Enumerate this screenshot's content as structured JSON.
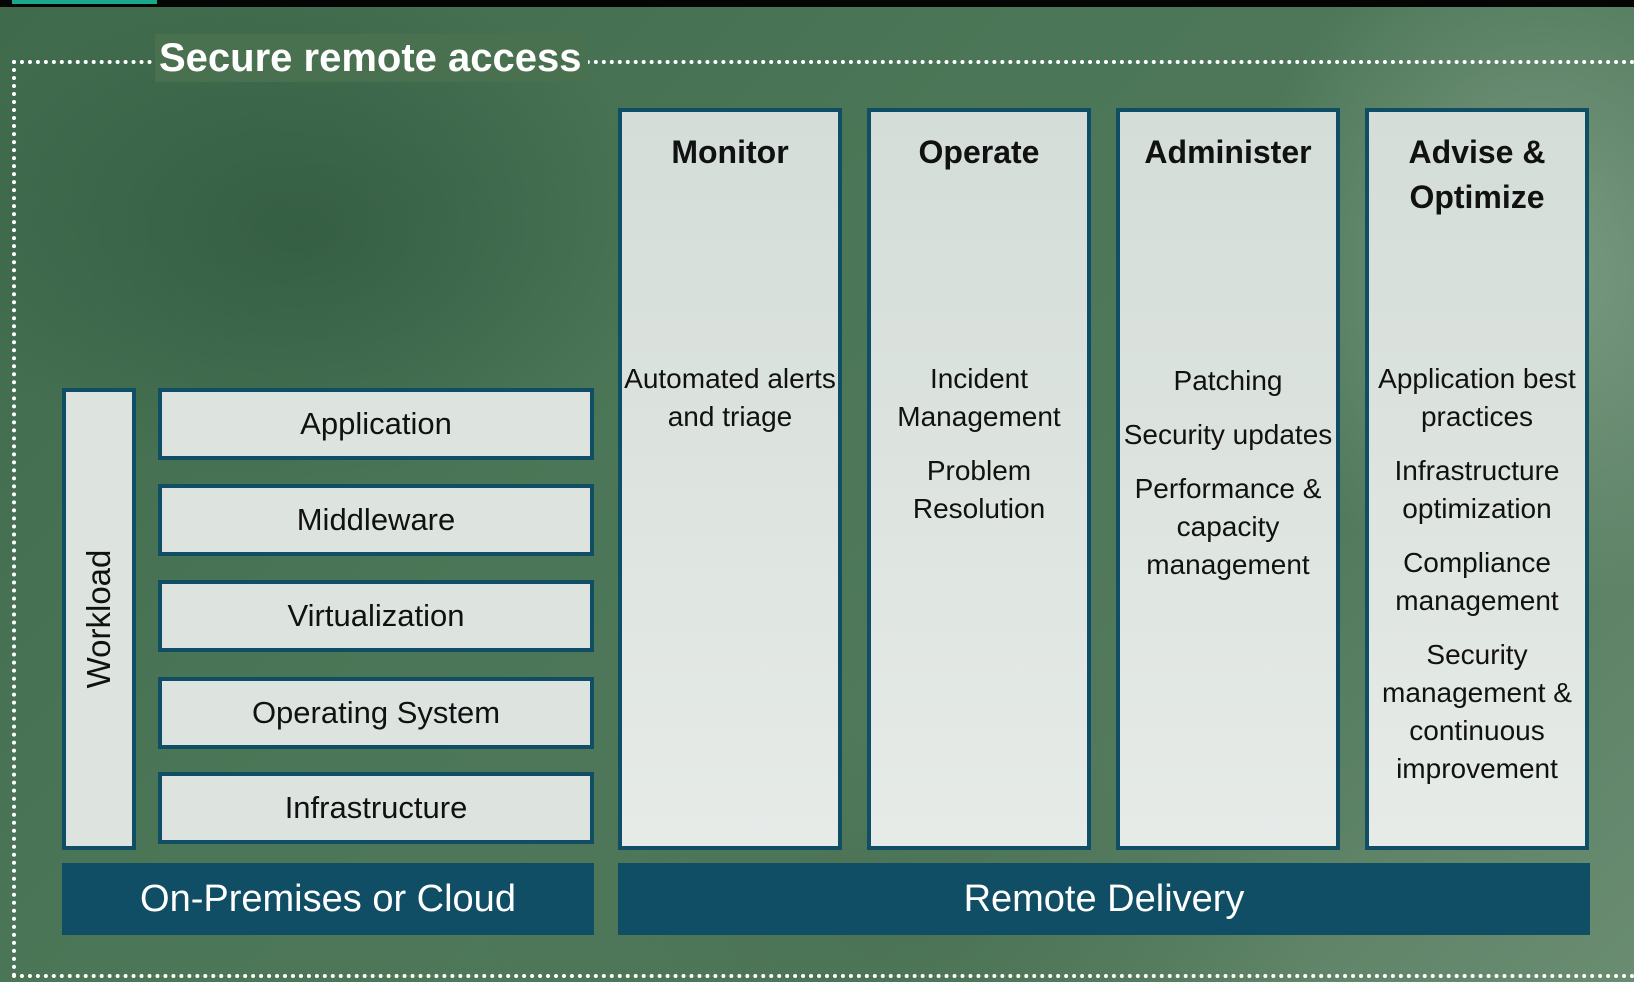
{
  "title": "Secure remote access",
  "workload_label": "Workload",
  "layers": [
    "Application",
    "Middleware",
    "Virtualization",
    "Operating System",
    "Infrastructure"
  ],
  "columns": [
    {
      "heading": "Monitor",
      "items": [
        "Automated alerts and triage"
      ]
    },
    {
      "heading": "Operate",
      "items": [
        "Incident Management",
        "Problem Resolution"
      ]
    },
    {
      "heading": "Administer",
      "items": [
        "Patching",
        "Security updates",
        "Performance & capacity management"
      ]
    },
    {
      "heading": "Advise & Optimize",
      "items": [
        "Application best practices",
        "Infrastructure optimization",
        "Compliance management",
        "Security management & continuous improvement"
      ]
    }
  ],
  "bottom": {
    "left": "On-Premises or Cloud",
    "right": "Remote Delivery"
  },
  "colors": {
    "border": "#0f4e64",
    "box_fill": "#dde4e0",
    "background": "#466e52",
    "accent": "#19a889"
  }
}
